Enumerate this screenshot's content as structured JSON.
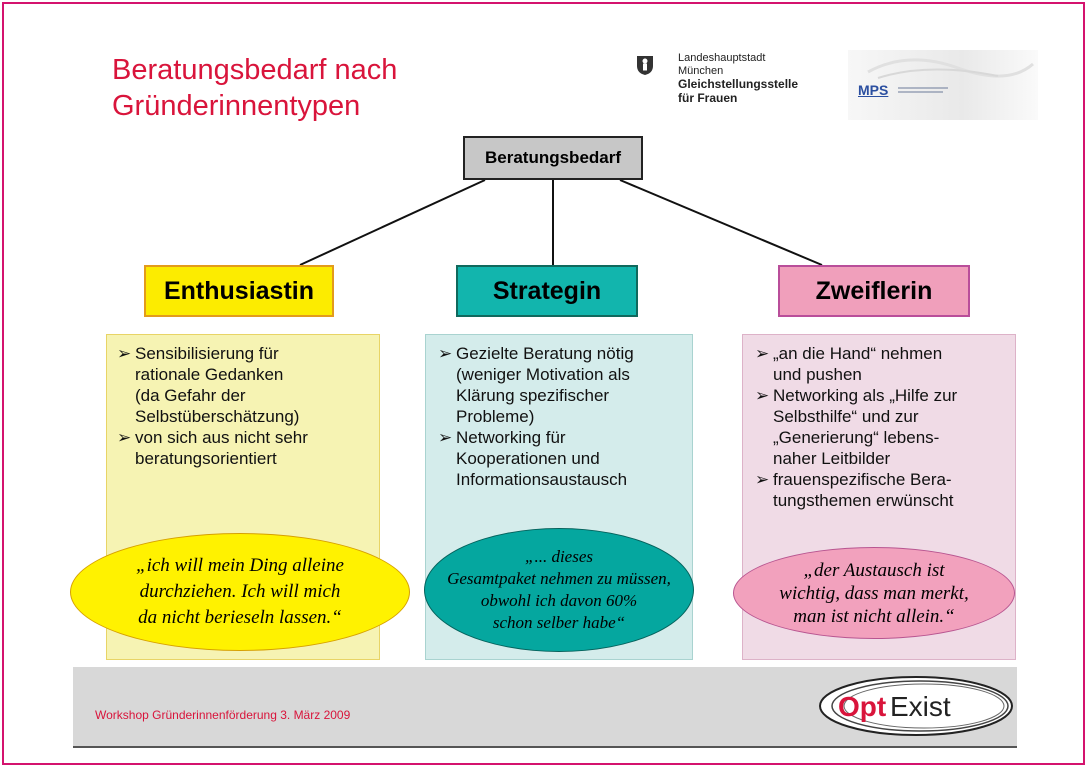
{
  "slide": {
    "title_line1": "Beratungsbedarf nach",
    "title_line2": "Gründerinnentypen",
    "logos": {
      "munich_line1": "Landeshauptstadt",
      "munich_line2": "München",
      "munich_line3": "Gleichstellungsstelle",
      "munich_line4": "für Frauen",
      "mps": "MPS",
      "optexist_bold": "Opt",
      "optexist_rest": "Exist"
    },
    "root": "Beratungsbedarf",
    "types": [
      {
        "name": "Enthusiastin",
        "bullets": [
          [
            "Sensibilisierung für",
            "rationale Gedanken",
            "(da Gefahr der",
            "Selbstüberschätzung)"
          ],
          [
            "von sich aus nicht sehr",
            "beratungsorientiert"
          ]
        ],
        "quote": [
          "„ich will mein Ding alleine",
          "durchziehen. Ich will mich",
          "da nicht berieseln lassen.“"
        ]
      },
      {
        "name": "Strategin",
        "bullets": [
          [
            "Gezielte Beratung nötig",
            "(weniger Motivation als",
            "Klärung spezifischer",
            "Probleme)"
          ],
          [
            "Networking für",
            "Kooperationen und",
            "Informationsaustausch"
          ]
        ],
        "quote": [
          "„... dieses",
          "Gesamtpaket nehmen zu müssen,",
          "obwohl ich davon 60%",
          "schon selber habe“"
        ]
      },
      {
        "name": "Zweiflerin",
        "bullets": [
          [
            "„an die Hand“ nehmen",
            "und pushen"
          ],
          [
            "Networking als „Hilfe zur",
            "Selbsthilfe“ und zur",
            "„Generierung“ lebens-",
            "naher Leitbilder"
          ],
          [
            "frauenspezifische Bera-",
            "tungsthemen erwünscht"
          ]
        ],
        "quote": [
          "„der Austausch ist",
          "wichtig, dass man merkt,",
          "man ist nicht allein.“"
        ]
      }
    ],
    "footer": "Workshop Gründerinnenförderung 3. März 2009"
  }
}
